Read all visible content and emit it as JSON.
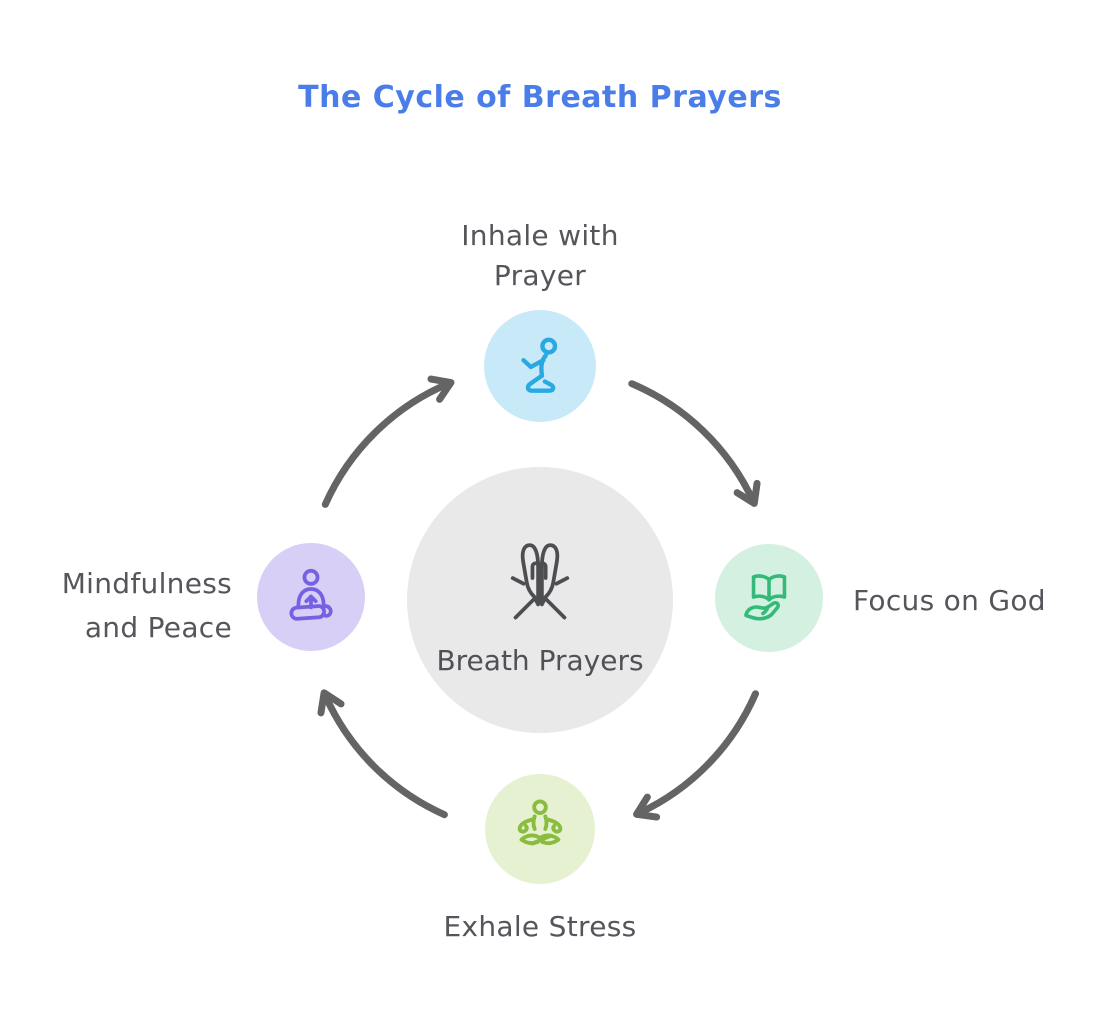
{
  "title": "The Cycle of Breath Prayers",
  "center": {
    "icon": "praying-hands-icon",
    "label_lines": [
      "Breath",
      "Prayers"
    ]
  },
  "nodes": {
    "top": {
      "icon": "kneeling-prayer-icon",
      "label_lines": [
        "Inhale with",
        "Prayer"
      ]
    },
    "right": {
      "icon": "book-on-hand-icon",
      "label_lines": [
        "Focus on God"
      ]
    },
    "bottom": {
      "icon": "lotus-meditation-icon",
      "label_lines": [
        "Exhale Stress"
      ]
    },
    "left": {
      "icon": "seated-meditation-icon",
      "label_lines": [
        "Mindfulness",
        "and Peace"
      ]
    }
  },
  "cycle": {
    "direction": "clockwise",
    "sequence": [
      "Inhale with Prayer",
      "Focus on God",
      "Exhale Stress",
      "Mindfulness and Peace"
    ]
  },
  "colors": {
    "background": "#FFFFFF",
    "title": "#4A7DE8",
    "label-text": "#54565B",
    "arrow": "#646464",
    "center-bg": "#E9E9EA",
    "center-icon": "#4D4E51",
    "center-text": "#505156",
    "top-bg": "#C8EAF8",
    "top-icon": "#29A9E1",
    "right-bg": "#D3F0E0",
    "right-icon": "#33BA78",
    "bottom-bg": "#E6F1D1",
    "bottom-icon": "#8ABD3F",
    "left-bg": "#D7CFF6",
    "left-icon": "#7761E3"
  }
}
